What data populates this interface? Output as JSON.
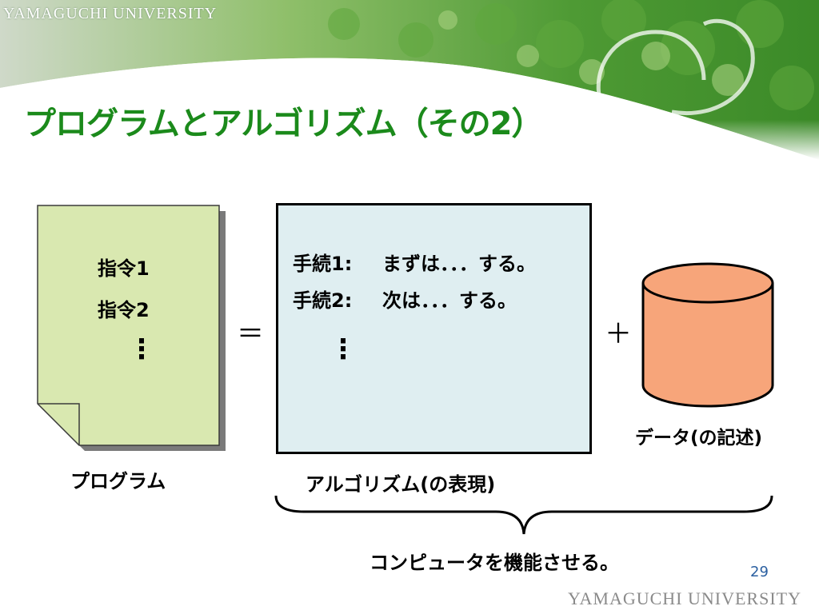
{
  "header": {
    "university_top": "YAMAGUCHI UNIVERSITY"
  },
  "slide": {
    "title": "プログラムとアルゴリズム（その2）",
    "program": {
      "lines": [
        "指令1",
        "指令2"
      ],
      "caption": "プログラム"
    },
    "equals": "＝",
    "algorithm": {
      "steps": [
        {
          "label": "手続1:",
          "text": "まずは．．．する。"
        },
        {
          "label": "手続2:",
          "text": "次は．．．する。"
        }
      ],
      "caption": "アルゴリズム(の表現)"
    },
    "plus": "＋",
    "data": {
      "caption": "データ(の記述)"
    },
    "brace_caption": "コンピュータを機能させる。"
  },
  "footer": {
    "page_number": "29",
    "university_bottom": "YAMAGUCHI UNIVERSITY"
  },
  "colors": {
    "title": "#1b8a1b",
    "program_fill": "#d9e8b0",
    "algorithm_fill": "#dfeef1",
    "cylinder_fill": "#f7a57a",
    "page_number": "#2a5fa0"
  },
  "icons": [
    "document-icon",
    "database-cylinder-icon",
    "curly-brace-icon"
  ]
}
